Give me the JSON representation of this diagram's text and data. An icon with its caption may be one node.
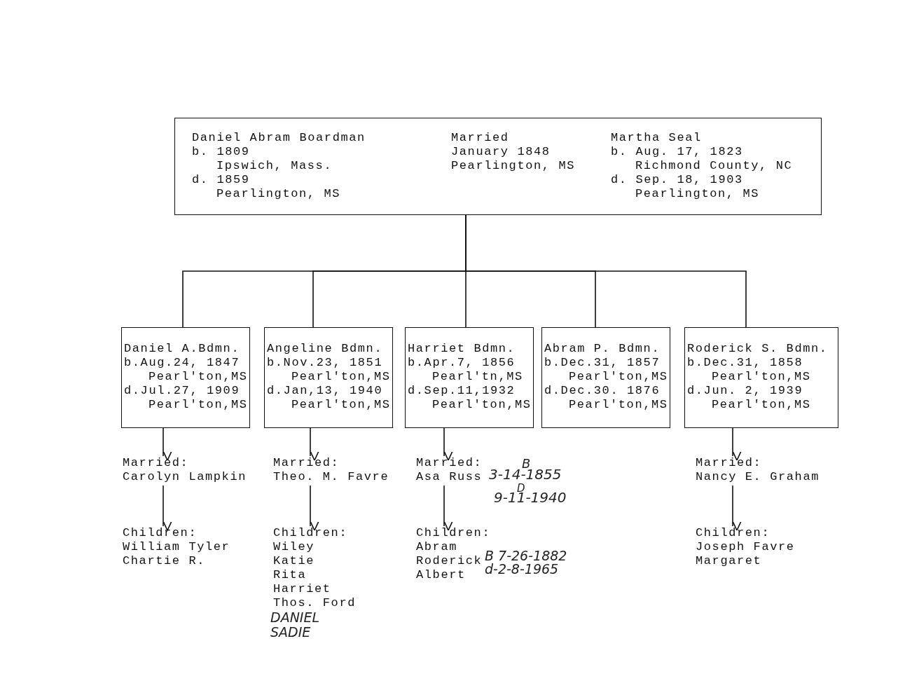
{
  "diagram": {
    "nodes": [
      {
        "text": [
          "Daniel Abram Boardman",
          "b. 1809",
          "Ipswich, Mass.",
          "d. 1859",
          "Pearlington, MS",
          "Married",
          "January 1848",
          "Pearlington, MS",
          "Martha Seal",
          "b. Aug. 17, 1823",
          "Richmond County, NC",
          "d. Sep. 18, 1903",
          "Pearlington, MS"
        ]
      },
      {
        "text": [
          "Daniel A.Bdmn.",
          "b.Aug.24, 1847",
          "Pearl'ton,MS",
          "d.Jul.27, 1909",
          "Pearl'ton,MS"
        ]
      },
      {
        "text": [
          "Angeline Bdmn.",
          "b.Nov.23, 1851",
          "Pearl'ton,MS",
          "d.Jan,13, 1940",
          "Pearl'ton,MS"
        ]
      },
      {
        "text": [
          "Harriet Bdmn.",
          "b.Apr.7, 1856",
          "Pearl'tn,MS",
          "d.Sep.11,1932",
          "Pearl'ton,MS"
        ]
      },
      {
        "text": [
          "Abram P. Bdmn.",
          "b.Dec.31, 1857",
          "Pearl'ton,MS",
          "d.Dec.30. 1876",
          "Pearl'ton,MS"
        ]
      },
      {
        "text": [
          "Roderick S. Bdmn.",
          "b.Dec.31, 1858",
          "Pearl'ton,MS",
          "d.Jun. 2, 1939",
          "Pearl'ton,MS"
        ]
      },
      {
        "text": [
          "Married:",
          "Carolyn Lampkin"
        ]
      },
      {
        "text": [
          "Married:",
          "Theo. M. Favre"
        ]
      },
      {
        "text": [
          "Married:",
          "Asa Russ"
        ],
        "beside": [
          "B",
          "3-14-1855",
          "D",
          "9-11-1940"
        ]
      },
      {
        "text": [
          "Married:",
          "Nancy E. Graham"
        ]
      },
      {
        "text": [
          "Children:",
          "William Tyler",
          "Chartie R."
        ]
      },
      {
        "text": [
          "Children:",
          "Wiley",
          "Katie",
          "Rita",
          "Harriet",
          "Thos. Ford"
        ],
        "beside": [
          "DANIEL",
          "SADIE"
        ]
      },
      {
        "text": [
          "Children:",
          "Abram",
          "Roderick",
          "Albert"
        ],
        "beside": [
          "B 7-26-1882",
          "d-2-8-1965"
        ]
      },
      {
        "text": [
          "Children:",
          "Joseph Favre",
          "Margaret"
        ]
      }
    ],
    "edges": [
      {
        "from": 0,
        "to": 1,
        "arrow": "none"
      },
      {
        "from": 0,
        "to": 2,
        "arrow": "none"
      },
      {
        "from": 0,
        "to": 3,
        "arrow": "none"
      },
      {
        "from": 0,
        "to": 4,
        "arrow": "none"
      },
      {
        "from": 0,
        "to": 5,
        "arrow": "none"
      },
      {
        "from": 1,
        "to": 6,
        "arrow": "to"
      },
      {
        "from": 2,
        "to": 7,
        "arrow": "to"
      },
      {
        "from": 3,
        "to": 8,
        "arrow": "to"
      },
      {
        "from": 5,
        "to": 9,
        "arrow": "to"
      },
      {
        "from": 6,
        "to": 10,
        "arrow": "to"
      },
      {
        "from": 7,
        "to": 11,
        "arrow": "to"
      },
      {
        "from": 8,
        "to": 12,
        "arrow": "to"
      },
      {
        "from": 9,
        "to": 13,
        "arrow": "to"
      }
    ]
  }
}
